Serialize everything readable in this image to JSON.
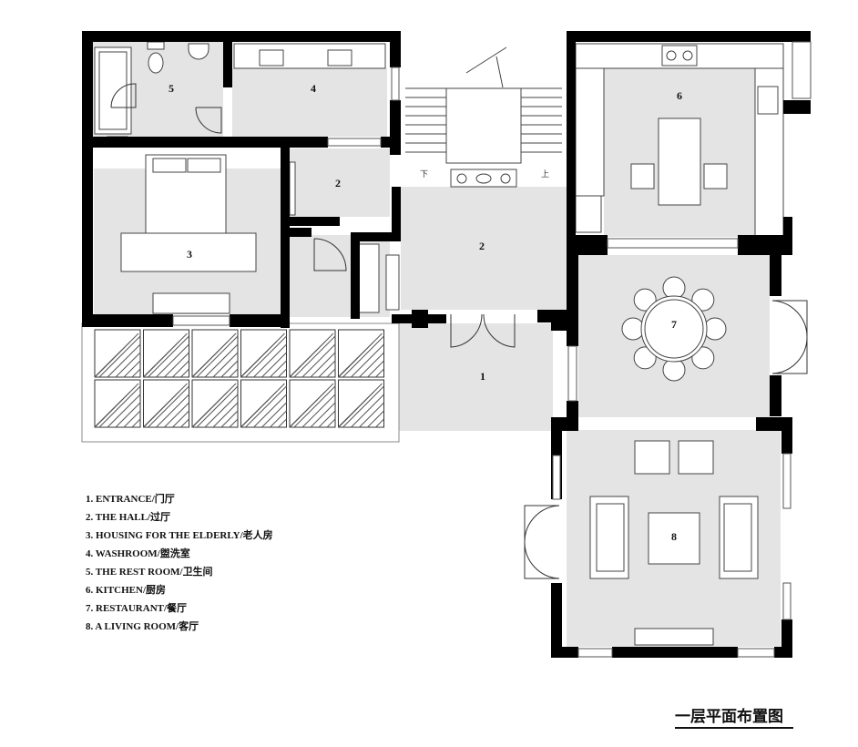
{
  "diagram": {
    "rooms": [
      {
        "id": "entrance",
        "number": "1"
      },
      {
        "id": "hall",
        "number": "2"
      },
      {
        "id": "hall-small",
        "number": "2"
      },
      {
        "id": "elderly",
        "number": "3"
      },
      {
        "id": "washroom",
        "number": "4"
      },
      {
        "id": "restroom",
        "number": "5"
      },
      {
        "id": "kitchen",
        "number": "6"
      },
      {
        "id": "restaurant",
        "number": "7"
      },
      {
        "id": "living",
        "number": "8"
      }
    ],
    "stairs": {
      "down": "下",
      "up": "上"
    },
    "colors": {
      "wall": "#000000",
      "floor": "#e4e4e4",
      "furniture": "#ffffff",
      "line": "#333333"
    }
  },
  "legend": [
    "1. ENTRANCE/门厅",
    "2. THE HALL/过厅",
    "3. HOUSING FOR THE ELDERLY/老人房",
    "4. WASHROOM/盥洗室",
    "5. THE REST ROOM/卫生间",
    "6. KITCHEN/厨房",
    "7. RESTAURANT/餐厅",
    "8. A LIVING ROOM/客厅"
  ],
  "title": "一层平面布置图"
}
